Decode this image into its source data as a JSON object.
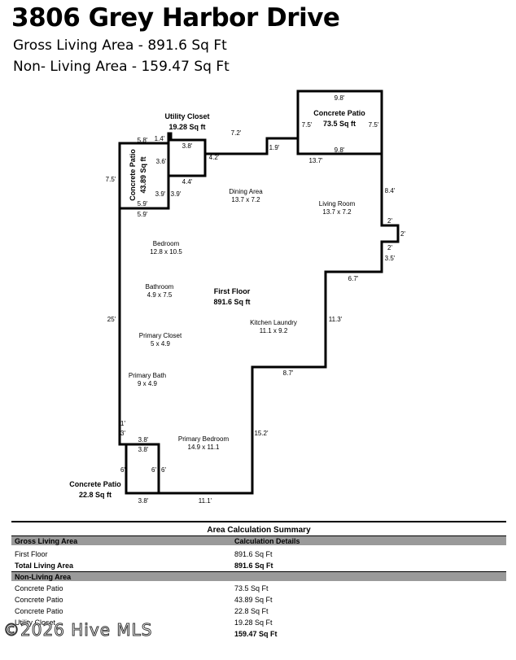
{
  "header": {
    "title": "3806 Grey Harbor Drive",
    "gross_living": "Gross Living Area - 891.6 Sq Ft",
    "non_living": "Non- Living Area - 159.47 Sq Ft"
  },
  "plan": {
    "utility_closet": {
      "name": "Utility Closet",
      "area": "19.28 Sq ft"
    },
    "patio_top": {
      "name": "Concrete Patio",
      "area": "73.5 Sq ft"
    },
    "patio_left": {
      "name": "Concrete Patio",
      "area": "43.89 Sq ft"
    },
    "patio_bottom": {
      "name": "Concrete Patio",
      "area": "22.8 Sq ft"
    },
    "first_floor": {
      "name": "First Floor",
      "area": "891.6 Sq ft"
    },
    "rooms": {
      "dining": {
        "name": "Dining Area",
        "dims": "13.7 x 7.2"
      },
      "living": {
        "name": "Living Room",
        "dims": "13.7 x 7.2"
      },
      "bedroom": {
        "name": "Bedroom",
        "dims": "12.8 x 10.5"
      },
      "bathroom": {
        "name": "Bathroom",
        "dims": "4.9 x 7.5"
      },
      "closet": {
        "name": "Primary Closet",
        "dims": "5 x 4.9"
      },
      "pbath": {
        "name": "Primary Bath",
        "dims": "9 x 4.9"
      },
      "kitchen": {
        "name": "Kitchen Laundry",
        "dims": "11.1 x 9.2"
      },
      "pbed": {
        "name": "Primary Bedroom",
        "dims": "14.9 x 11.1"
      }
    },
    "dims": {
      "d_9_8_top": "9.8'",
      "d_7_5_l": "7.5'",
      "d_7_5_r": "7.5'",
      "d_9_8_bot": "9.8'",
      "d_13_7": "13.7'",
      "d_7_2": "7.2'",
      "d_1_9": "1.9'",
      "d_5_8": "5.8'",
      "d_1_4": "1.4'",
      "d_3_8_top": "3.8'",
      "d_3_6": "3.6'",
      "d_4_2": "4.2'",
      "d_4_4": "4.4'",
      "d_7_5_left": "7.5'",
      "d_3_9_a": "3.9'",
      "d_3_9_b": "3.9'",
      "d_5_9_a": "5.9'",
      "d_5_9_b": "5.9'",
      "d_8_4": "8.4'",
      "d_2_a": "2'",
      "d_2_b": "2'",
      "d_2_c": "2'",
      "d_3_5": "3.5'",
      "d_6_7": "6.7'",
      "d_11_3": "11.3'",
      "d_8_7": "8.7'",
      "d_25": "25'",
      "d_1": "1'",
      "d_3": "3'",
      "d_3_8_a": "3.8'",
      "d_3_8_b": "3.8'",
      "d_6_a": "6'",
      "d_6_b": "6'",
      "d_6_c": "6'",
      "d_15_2": "15.2'",
      "d_3_8_c": "3.8'",
      "d_11_1": "11.1'"
    }
  },
  "summary": {
    "title": "Area Calculation Summary",
    "gross_header": "Gross Living Area",
    "calc_header": "Calculation Details",
    "first_floor_label": "First Floor",
    "first_floor_value": "891.6 Sq Ft",
    "total_label": "Total Living Area",
    "total_value": "891.6 Sq Ft",
    "non_living_header": "Non-Living Area",
    "non_living_rows": [
      {
        "label": "Concrete Patio",
        "value": "73.5 Sq Ft"
      },
      {
        "label": "Concrete Patio",
        "value": "43.89 Sq Ft"
      },
      {
        "label": "Concrete Patio",
        "value": "22.8 Sq Ft"
      },
      {
        "label": "Utility Closet",
        "value": "19.28 Sq Ft"
      }
    ],
    "non_living_total_value": "159.47 Sq Ft"
  },
  "watermark": "©2026 Hive MLS"
}
